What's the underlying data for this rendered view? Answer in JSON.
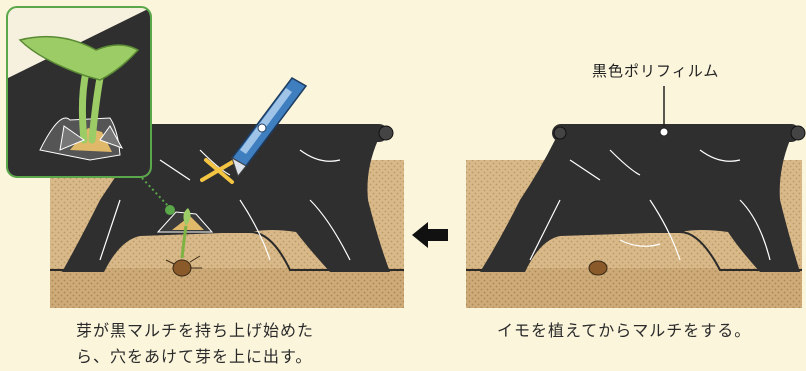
{
  "captions": {
    "left_line1": "芽が黒マルチを持ち上げ始めた",
    "left_line2": "ら、穴をあけて芽を上に出す。",
    "right": "イモを植えてからマルチをする。"
  },
  "labels": {
    "film": "黒色ポリフィルム"
  },
  "colors": {
    "background": "#fbf5dc",
    "soil": "#d9b98a",
    "soil_dots": "#b89a63",
    "film": "#2f2f2f",
    "leaf": "#9ccc65",
    "stem": "#7cb342",
    "inset_border": "#5aa84a",
    "knife_blue": "#3f7fc0",
    "cut_mark": "#f4c542",
    "arrow": "#111111"
  },
  "icons": {
    "arrow": "arrow-left-icon",
    "knife": "utility-knife-icon"
  }
}
